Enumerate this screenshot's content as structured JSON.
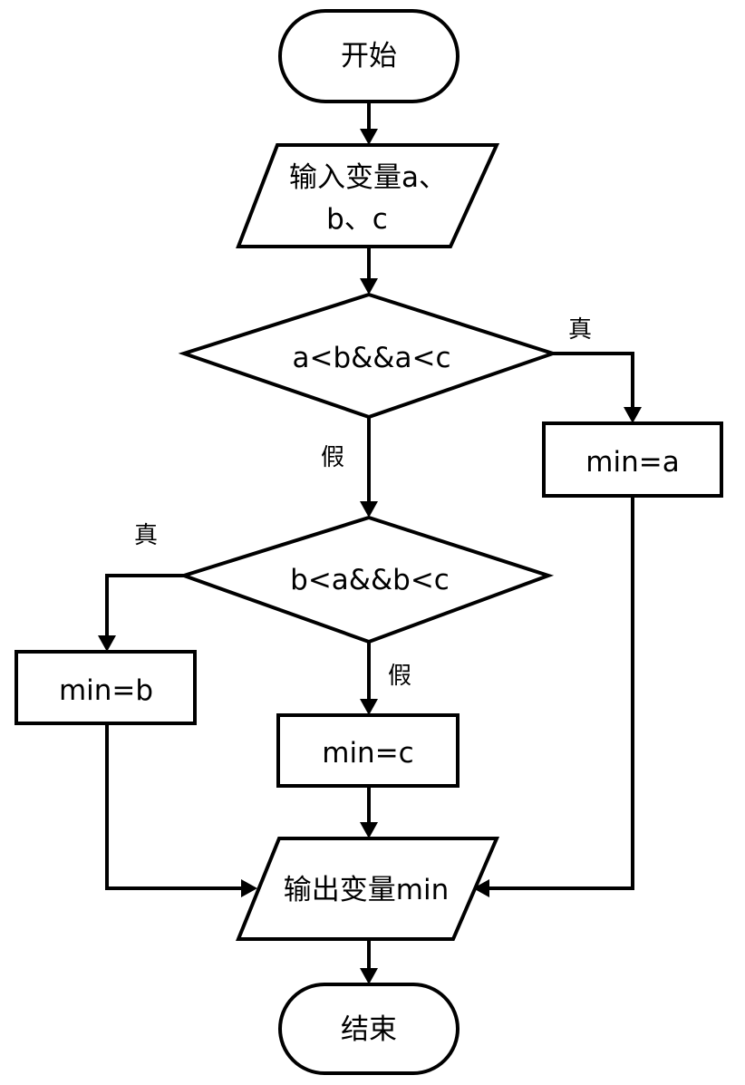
{
  "nodes": {
    "start": "开始",
    "input_line1": "输入变量a、",
    "input_line2": "b、c",
    "decision1": "a<b&&a<c",
    "assign_a": "min=a",
    "decision2": "b<a&&b<c",
    "assign_b": "min=b",
    "assign_c": "min=c",
    "output": "输出变量min",
    "end": "结束"
  },
  "edge_labels": {
    "d1_true": "真",
    "d1_false": "假",
    "d2_true": "真",
    "d2_false": "假"
  },
  "colors": {
    "stroke": "#000000",
    "fill": "#ffffff"
  }
}
